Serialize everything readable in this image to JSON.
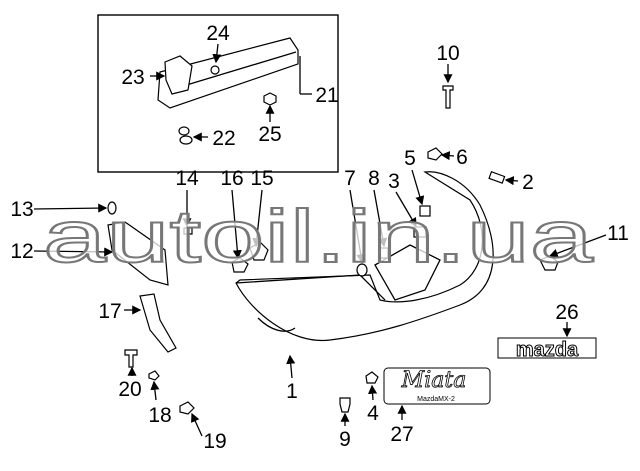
{
  "diagram": {
    "callouts": {
      "c1": "1",
      "c2": "2",
      "c3": "3",
      "c4": "4",
      "c5": "5",
      "c6": "6",
      "c7": "7",
      "c8": "8",
      "c9": "9",
      "c10": "10",
      "c11": "11",
      "c12": "12",
      "c13": "13",
      "c14": "14",
      "c15": "15",
      "c16": "16",
      "c17": "17",
      "c18": "18",
      "c19": "19",
      "c20": "20",
      "c21": "21",
      "c22": "22",
      "c23": "23",
      "c24": "24",
      "c25": "25",
      "c26": "26",
      "c27": "27"
    },
    "emblem_mazda": "mazda",
    "emblem_miata_script": "Miata",
    "emblem_miata_sub": "MazdaMX-2",
    "watermark": "autoil.in.ua"
  }
}
